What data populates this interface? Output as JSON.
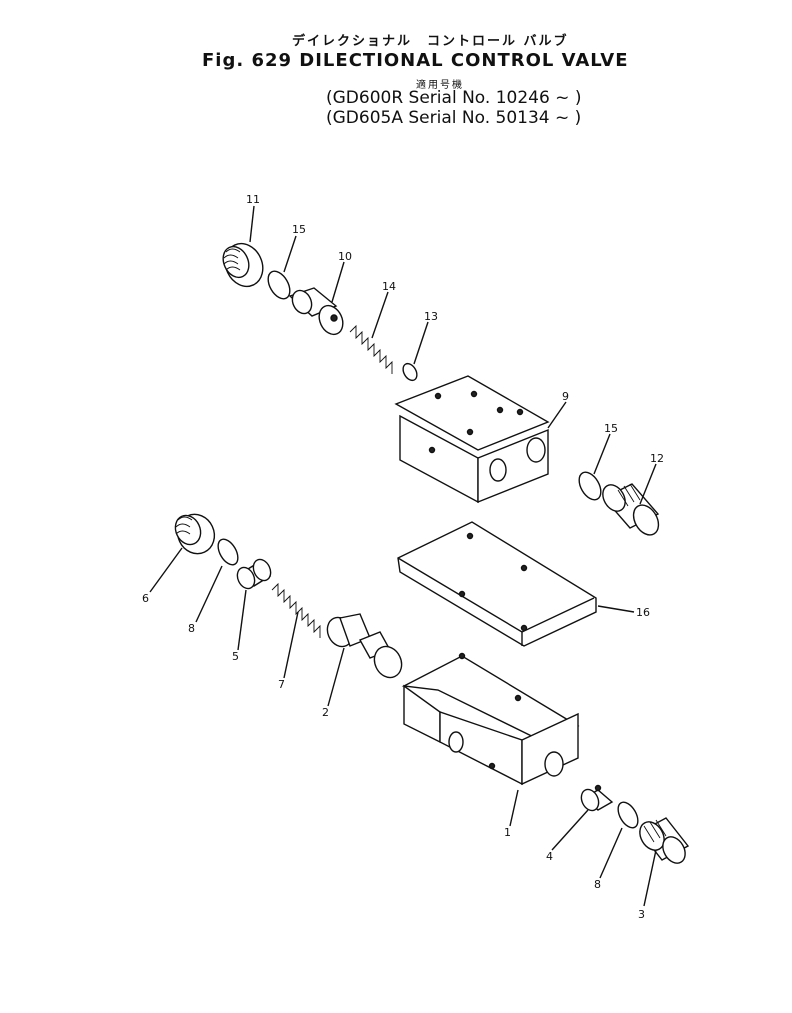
{
  "header": {
    "japanese_title": "デイレクショナル　コントロール バルブ",
    "figure_title": "Fig. 629  DILECTIONAL  CONTROL VALVE",
    "japanese_serial": "適用号機",
    "serial_line_1": "(GD600R Serial No. 10246 ~ )",
    "serial_line_2": "(GD605A Serial No. 50134 ~ )"
  },
  "callouts": {
    "c1": "1",
    "c2": "2",
    "c3": "3",
    "c4": "4",
    "c5": "5",
    "c6": "6",
    "c7": "7",
    "c8a": "8",
    "c8b": "8",
    "c9": "9",
    "c10": "10",
    "c11": "11",
    "c12": "12",
    "c13": "13",
    "c14": "14",
    "c15a": "15",
    "c15b": "15",
    "c16": "16"
  }
}
